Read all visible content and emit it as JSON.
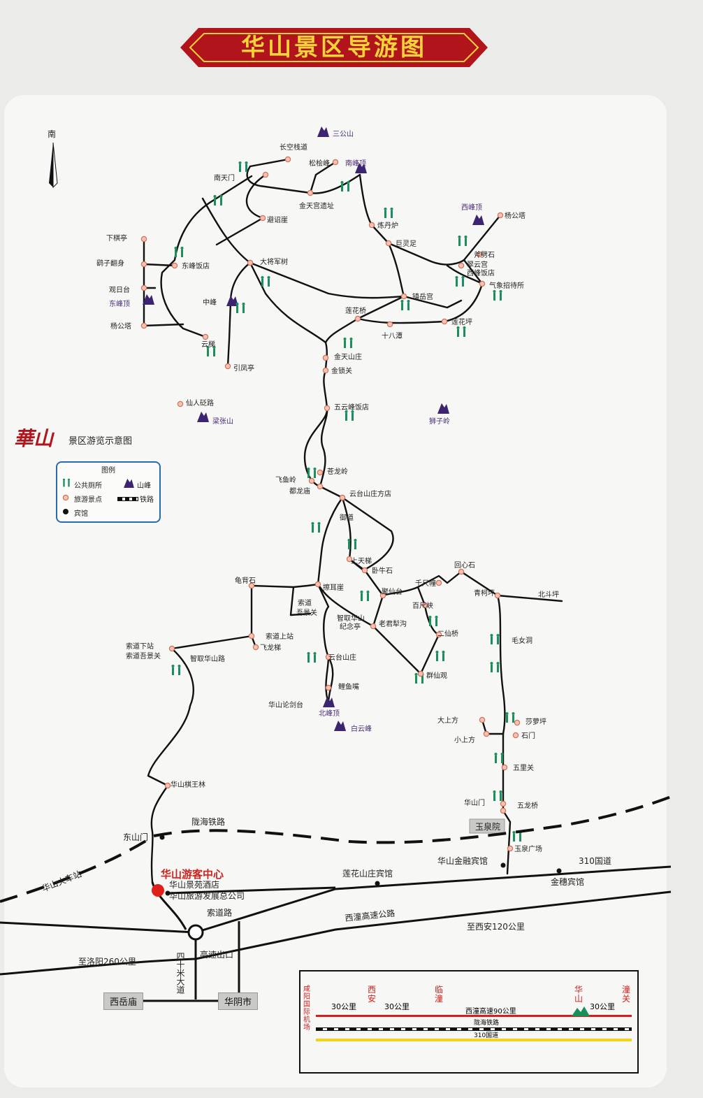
{
  "title": "华山景区导游图",
  "compass": {
    "label": "南"
  },
  "logo": {
    "calligraphy": "華山",
    "caption": "景区游览示意图"
  },
  "legend": {
    "title": "图例",
    "toilet": "公共厕所",
    "peak": "山峰",
    "spot": "旅游景点",
    "railway": "铁路",
    "hotel": "宾馆"
  },
  "colors": {
    "banner": "#b2141b",
    "banner_text": "#f4d23a",
    "toilet": "#1a8f5a",
    "peak": "#3c2470",
    "spot": "#e6a08a",
    "visitor_center": "#e0201a",
    "route_line": "#d22020",
    "route_yellow": "#f2d21c"
  },
  "peaks": {
    "sangong": "三公山",
    "nanfeng": "南峰顶",
    "xifeng": "西峰顶",
    "dongfeng": "东峰顶",
    "zhongfeng": "中峰",
    "lixian": "梁张山",
    "shizi": "狮子岭",
    "beifeng": "北峰顶",
    "baiyun": "白云峰"
  },
  "spots": {
    "changkong": "长空栈道",
    "songjian": "松桧峰",
    "nantianmen": "南天门",
    "jintiangong": "金天宫遗址",
    "bixiao": "避诏崖",
    "liandanlu": "炼丹炉",
    "jubingzu": "巨灵足",
    "yanggongta_w": "杨公塔",
    "fupi": "斧劈石",
    "cuiyun": "翠云宫",
    "xifeng_hotel": "西峰饭店",
    "qixiang": "气象招待所",
    "xiaqi": "下棋亭",
    "yaozi": "鹞子翻身",
    "dongfeng_hotel": "东峰饭店",
    "dajiang": "大将军树",
    "guanri": "观日台",
    "zhenyue": "镇岳宫",
    "lianhuaping": "莲花坪",
    "lianhuaqiao": "莲花桥",
    "shiba": "十八潭",
    "yanggongta_e": "杨公塔",
    "yunti": "云梯",
    "jintian_villa": "金天山庄",
    "jinsuo": "金锁关",
    "yinfeng": "引凤亭",
    "xianren": "仙人砭路",
    "wuyun": "五云峰饭店",
    "canglong": "苍龙岭",
    "feiyu": "飞鱼岭",
    "dulong": "都龙庙",
    "yuntai_hotel": "云台山庄方店",
    "yudao": "御道",
    "shangtianti": "上天梯",
    "woniu": "卧牛石",
    "guibei": "龟背石",
    "caier": "擦耳崖",
    "juxian": "聚仙台",
    "qianchi": "千尺幢",
    "huixin": "回心石",
    "qingke": "青柯坪",
    "beidou": "北斗坪",
    "suodao_xie": "索道",
    "suodao_xie2": "吾景关",
    "zhiqu": "智取华山",
    "zhiqu2": "纪念亭",
    "laojun": "老君犁沟",
    "baichi": "百尺峡",
    "erxian": "二仙桥",
    "maonv": "毛女洞",
    "suodao_down": "索道下站",
    "suodao_down2": "索道吾景关",
    "suodao_up": "索道上站",
    "feilong": "飞龙梯",
    "zhiqu_road": "智取华山路",
    "yuntai_villa": "云台山庄",
    "qunxian": "群仙观",
    "liyu": "鲤鱼嘴",
    "lunjian": "华山论剑台",
    "dashangfang": "大上方",
    "xiaoshangfang": "小上方",
    "shaluo": "莎萝坪",
    "shimen": "石门",
    "wuliguan": "五里关",
    "qiwang": "华山棋王林",
    "huashanmen": "华山门",
    "wulong": "五龙桥",
    "yuquanyuan": "玉泉院",
    "yuquan_square": "玉泉广场"
  },
  "base": {
    "dongshanmen": "东山门",
    "railway": "陇海铁路",
    "visitor_center": "华山游客中心",
    "jinyuan": "华山景苑酒店",
    "lvyou": "华山旅游发展总公司",
    "huoche": "华山火车站",
    "lianhua_hotel": "莲花山庄宾馆",
    "jinrong": "华山金融宾馆",
    "g310": "310国道",
    "jinsui": "金穗宾馆",
    "suodao_road": "索道路",
    "highway": "西潼高速公路",
    "to_xian": "至西安120公里",
    "to_luoyang": "至洛阳260公里",
    "exit": "高速出口",
    "sishi": "四十米大道",
    "xiyue": "西岳庙",
    "huayin": "华阴市"
  },
  "route": {
    "airport": "咸阳国际机场",
    "xian": "西安",
    "lintong": "临潼",
    "huashan": "华山",
    "tongguan": "潼关",
    "d1": "30公里",
    "d2": "30公里",
    "d3": "西潼高速90公里",
    "d4": "30公里",
    "rail": "陇海铁路",
    "road": "310国道"
  }
}
